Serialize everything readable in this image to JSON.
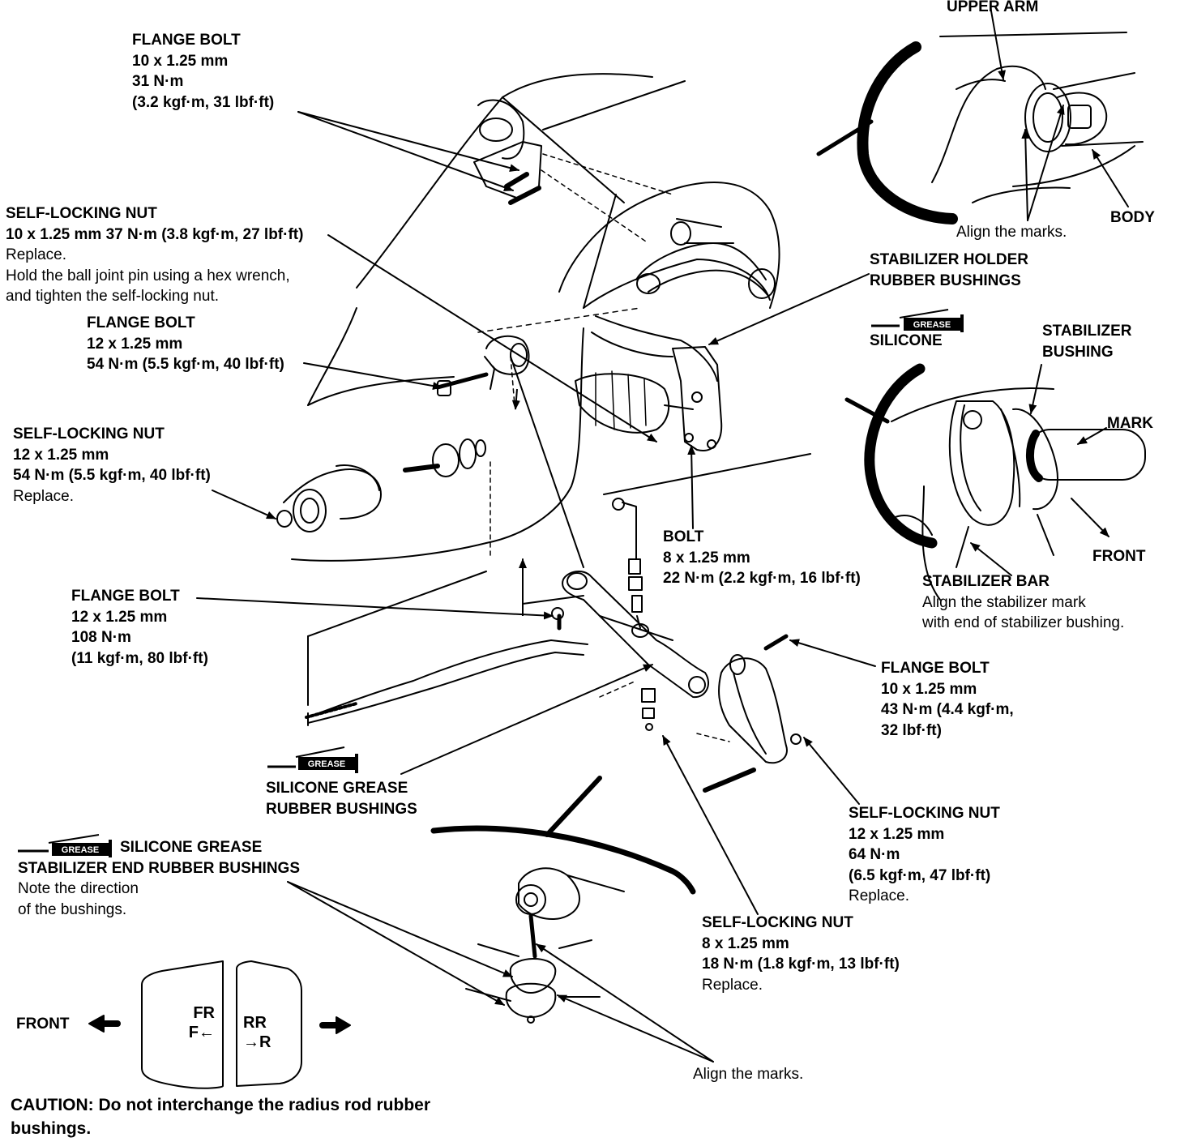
{
  "labels": {
    "upper_arm": "UPPER ARM",
    "body": "BODY",
    "align_marks_top": "Align the marks.",
    "flange_bolt_1": [
      "FLANGE BOLT",
      "10 x 1.25 mm",
      "31 N·m",
      "(3.2 kgf·m, 31 lbf·ft)"
    ],
    "self_locking_nut_1": {
      "bold": [
        "SELF-LOCKING NUT",
        "10 x 1.25 mm 37 N·m (3.8 kgf·m, 27 lbf·ft)"
      ],
      "normal": [
        "Replace.",
        "Hold the ball joint pin using a hex wrench,",
        "and tighten the self-locking nut."
      ]
    },
    "flange_bolt_2": [
      "FLANGE BOLT",
      "12 x 1.25 mm",
      "54 N·m (5.5 kgf·m, 40 lbf·ft)"
    ],
    "self_locking_nut_2": {
      "bold": [
        "SELF-LOCKING NUT",
        "12 x 1.25 mm",
        "54 N·m (5.5 kgf·m, 40 lbf·ft)"
      ],
      "normal": [
        "Replace."
      ]
    },
    "stabilizer_holder": [
      "STABILIZER HOLDER",
      "RUBBER BUSHINGS"
    ],
    "silicone_top": "SILICONE",
    "stabilizer_bushing": [
      "STABILIZER",
      "BUSHING"
    ],
    "mark": "MARK",
    "front_right": "FRONT",
    "stabilizer_bar": {
      "bold": [
        "STABILIZER BAR"
      ],
      "normal": [
        "Align the stabilizer mark",
        "with end of stabilizer bushing."
      ]
    },
    "bolt": [
      "BOLT",
      "8 x 1.25 mm",
      "22 N·m (2.2 kgf·m, 16 lbf·ft)"
    ],
    "flange_bolt_3": [
      "FLANGE BOLT",
      "12 x 1.25 mm",
      "108 N·m",
      "(11 kgf·m, 80 lbf·ft)"
    ],
    "flange_bolt_4": [
      "FLANGE BOLT",
      "10 x 1.25 mm",
      "43 N·m (4.4 kgf·m,",
      "32 lbf·ft)"
    ],
    "silicone_grease_rubber": [
      "SILICONE GREASE",
      "RUBBER BUSHINGS"
    ],
    "self_locking_nut_3": {
      "bold": [
        "SELF-LOCKING NUT",
        "12 x 1.25 mm",
        "64 N·m",
        "(6.5 kgf·m, 47 lbf·ft)"
      ],
      "normal": [
        "Replace."
      ]
    },
    "stabilizer_end": {
      "bold": [
        "SILICONE GREASE",
        "STABILIZER END RUBBER BUSHINGS"
      ],
      "normal": [
        "Note the direction",
        "of the bushings."
      ]
    },
    "self_locking_nut_4": {
      "bold": [
        "SELF-LOCKING NUT",
        "8 x 1.25 mm",
        "18 N·m (1.8 kgf·m, 13 lbf·ft)"
      ],
      "normal": [
        "Replace."
      ]
    },
    "align_marks_bottom": "Align the marks.",
    "front_bottom": "FRONT",
    "bushing_fr": [
      "FR",
      "F←"
    ],
    "bushing_rr": [
      "RR",
      "→R"
    ],
    "grease_tag": "GREASE",
    "caution": "CAUTION:  Do not interchange the radius rod rubber bushings."
  }
}
